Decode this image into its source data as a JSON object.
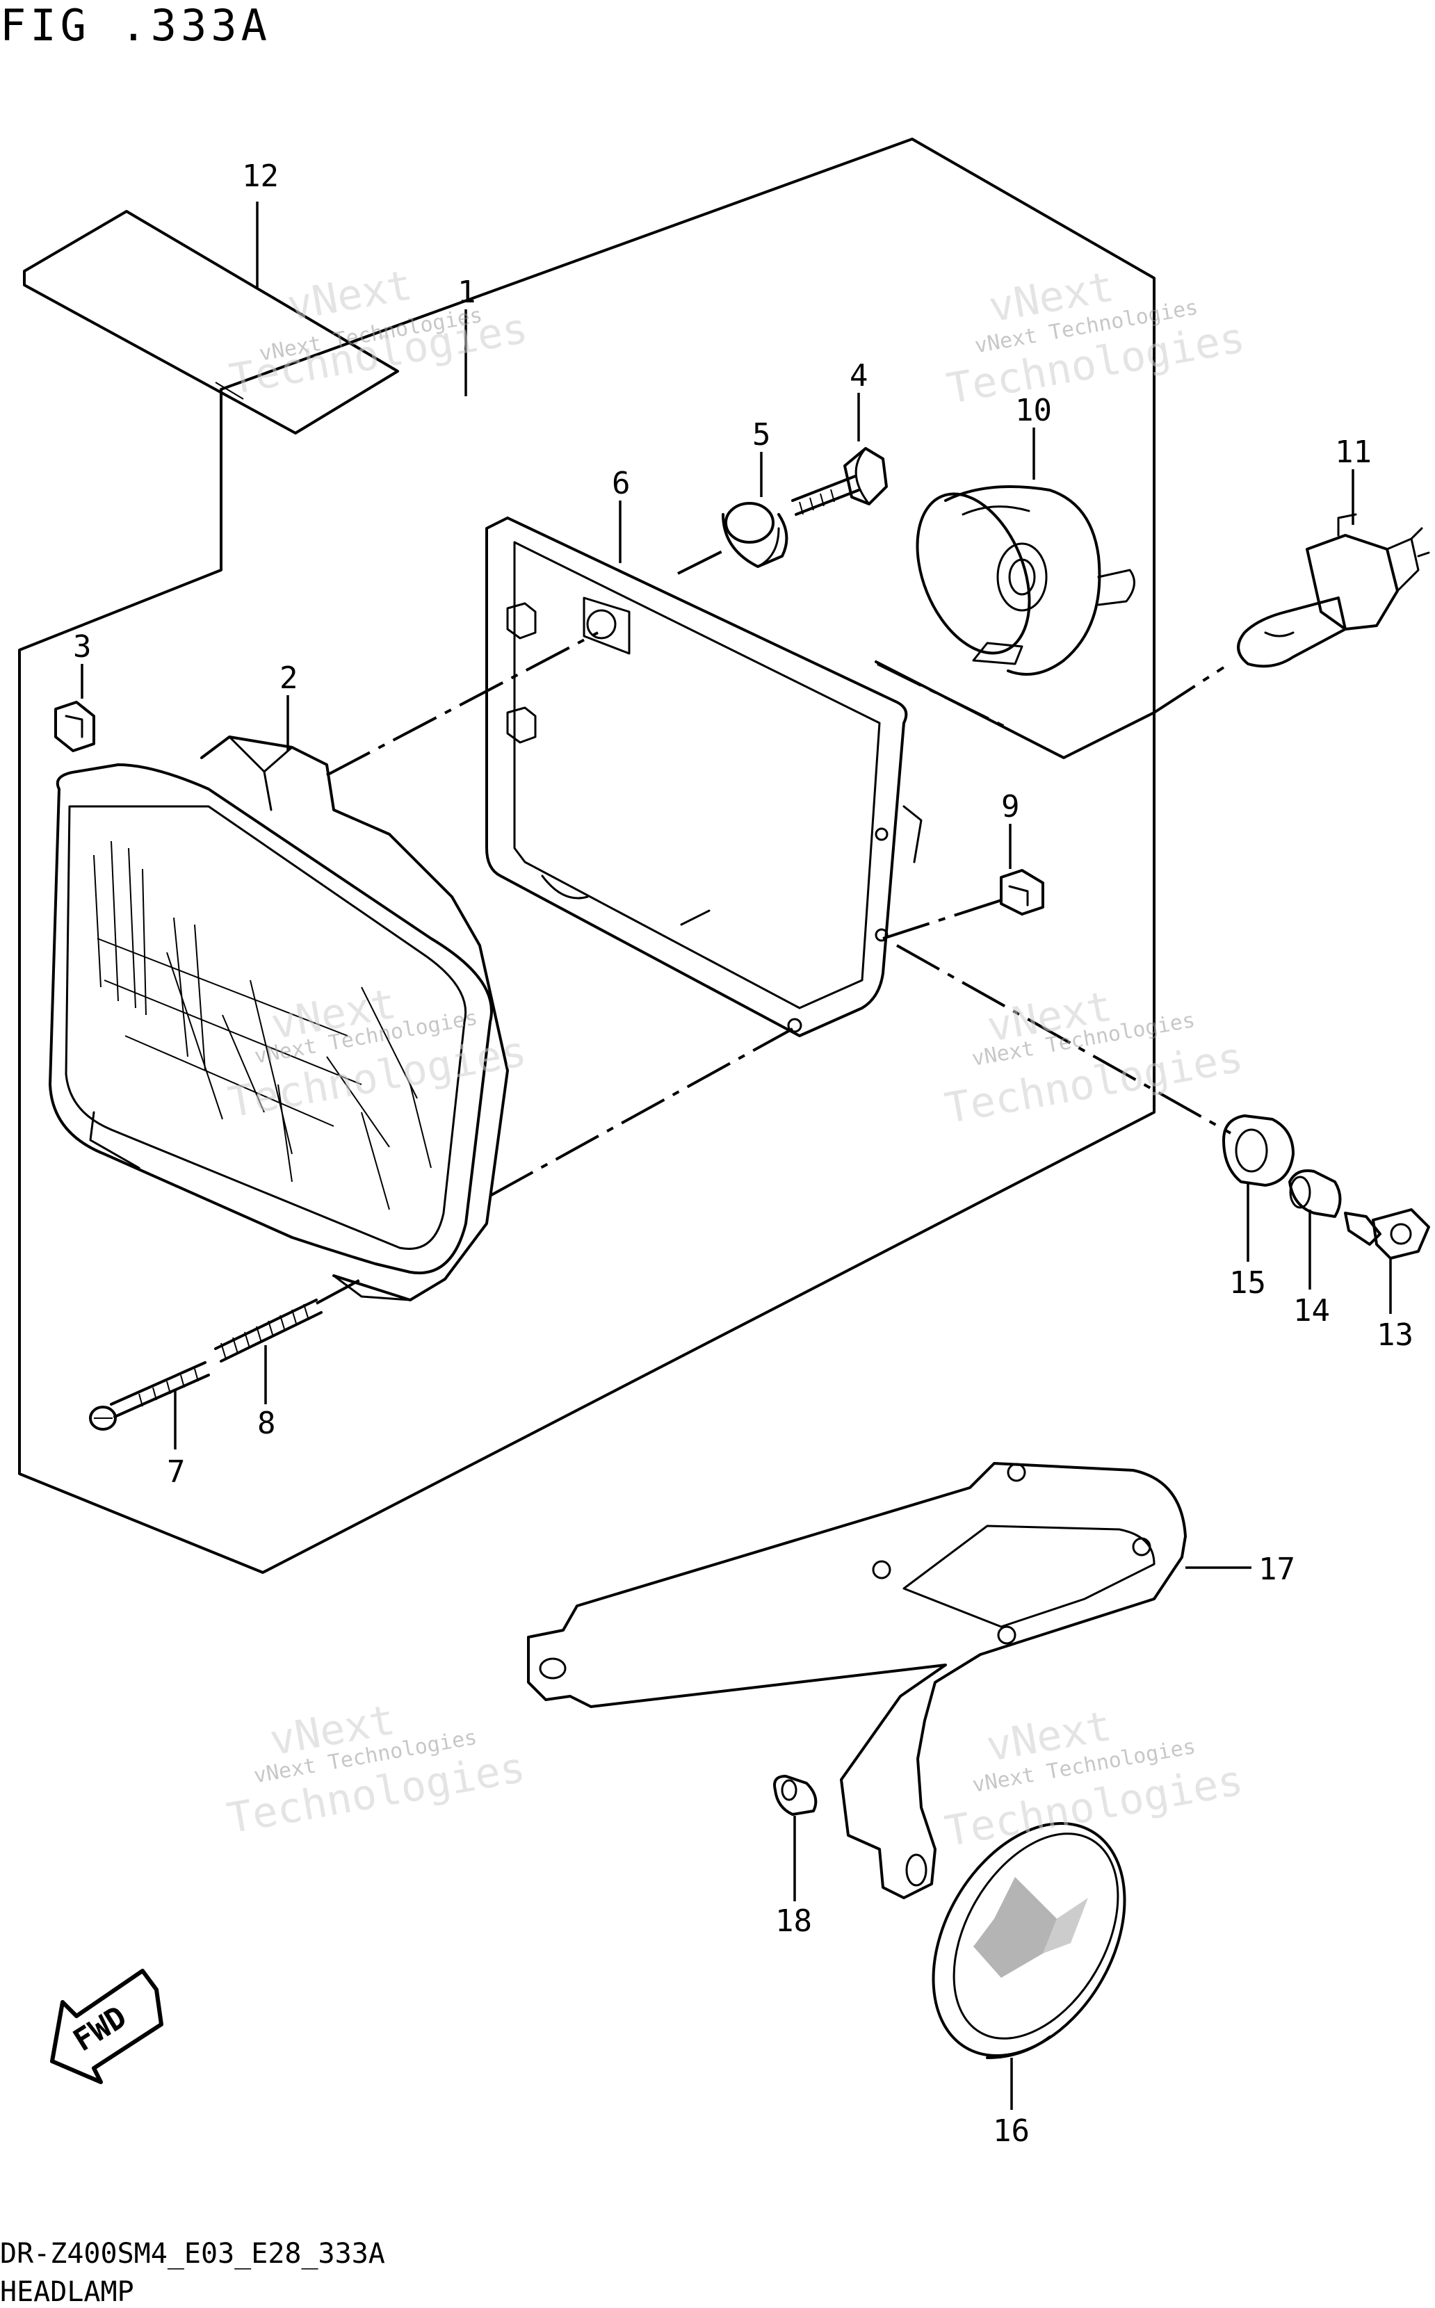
{
  "figure_title": "FIG .333A",
  "footer": {
    "model_code": "DR-Z400SM4_E03_E28_333A",
    "section_name": "HEADLAMP"
  },
  "fwd_label": "FWD",
  "watermark": {
    "line1": "vNext Technologies",
    "line2a": "vNext",
    "line2b": "Technologies"
  },
  "callouts": {
    "p1": "1",
    "p2": "2",
    "p3": "3",
    "p4": "4",
    "p5": "5",
    "p6": "6",
    "p7": "7",
    "p8": "8",
    "p9": "9",
    "p10": "10",
    "p11": "11",
    "p12": "12",
    "p13": "13",
    "p14": "14",
    "p15": "15",
    "p16": "16",
    "p17": "17",
    "p18": "18"
  }
}
